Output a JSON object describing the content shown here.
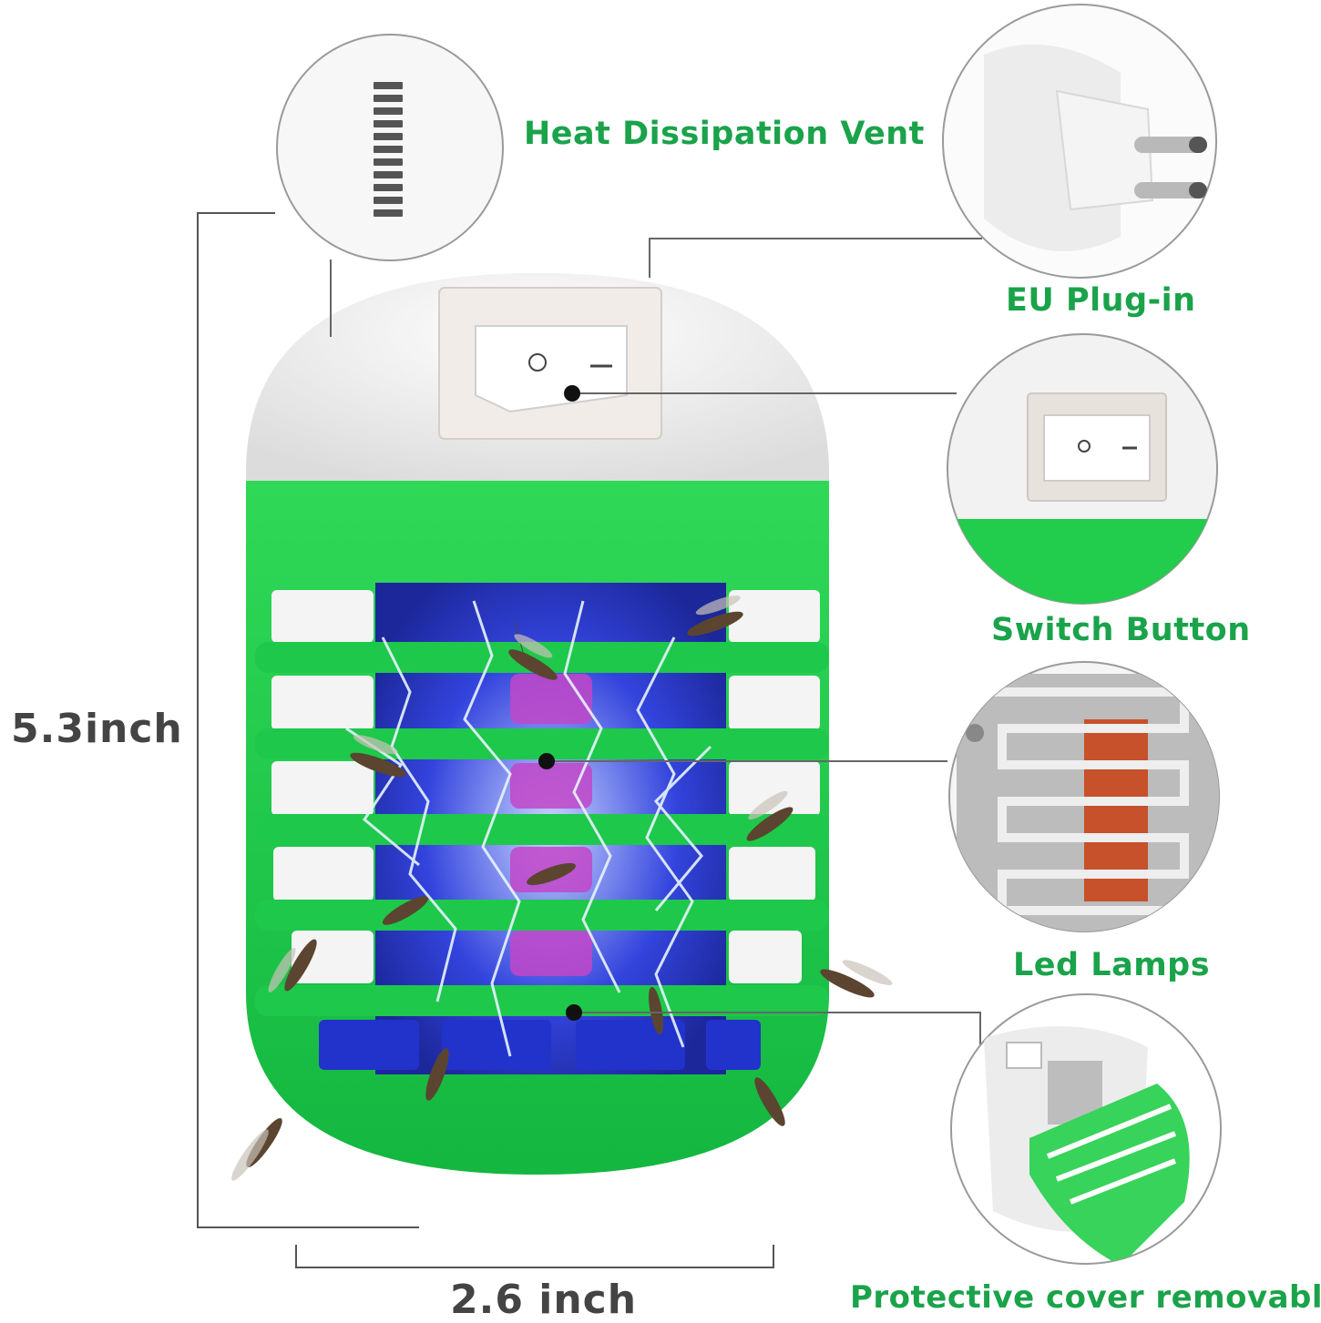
{
  "labels": {
    "heat_vent": "Heat Dissipation Vent",
    "eu_plug": "EU Plug-in",
    "switch_button": "Switch Button",
    "led_lamps": "Led Lamps",
    "protective_cover": "Protective cover removable"
  },
  "dimensions": {
    "height": "5.3inch",
    "width": "2.6 inch"
  },
  "colors": {
    "accent_green": "#1aa34a",
    "body_green": "#19c64a",
    "uv_blue": "#2233cc",
    "dimension_gray": "#444444"
  }
}
